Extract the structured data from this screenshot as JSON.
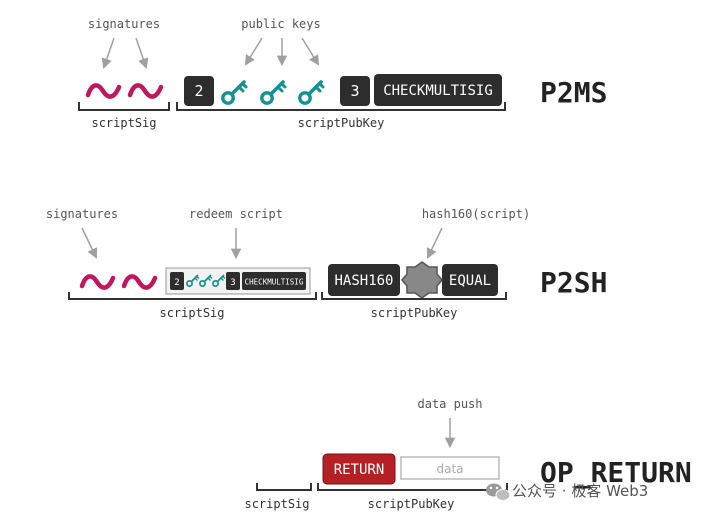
{
  "colors": {
    "opcode_bg": "#2d2d2d",
    "signature": "#c0185f",
    "key": "#13938f",
    "return_bg": "#b52025",
    "hash_blob": "#888888",
    "data_box": "#e6e6e6"
  },
  "p2ms": {
    "title": "P2MS",
    "signatures_label": "signatures",
    "public_keys_label": "public keys",
    "n_required": "2",
    "n_total": "3",
    "checkmultisig": "CHECKMULTISIG",
    "scriptsig_label": "scriptSig",
    "scriptpubkey_label": "scriptPubKey"
  },
  "p2sh": {
    "title": "P2SH",
    "signatures_label": "signatures",
    "redeem_label": "redeem script",
    "hash_label": "hash160(script)",
    "redeem_n_required": "2",
    "redeem_n_total": "3",
    "redeem_checkmultisig": "CHECKMULTISIG",
    "hash160": "HASH160",
    "equal": "EQUAL",
    "scriptsig_label": "scriptSig",
    "scriptpubkey_label": "scriptPubKey"
  },
  "op_return": {
    "title": "OP_RETURN",
    "data_push_label": "data push",
    "return_op": "RETURN",
    "data_label": "data",
    "scriptsig_label": "scriptSig",
    "scriptpubkey_label": "scriptPubKey"
  },
  "watermark": {
    "text": "公众号 · 极客 Web3",
    "icon": "wechat-icon"
  }
}
